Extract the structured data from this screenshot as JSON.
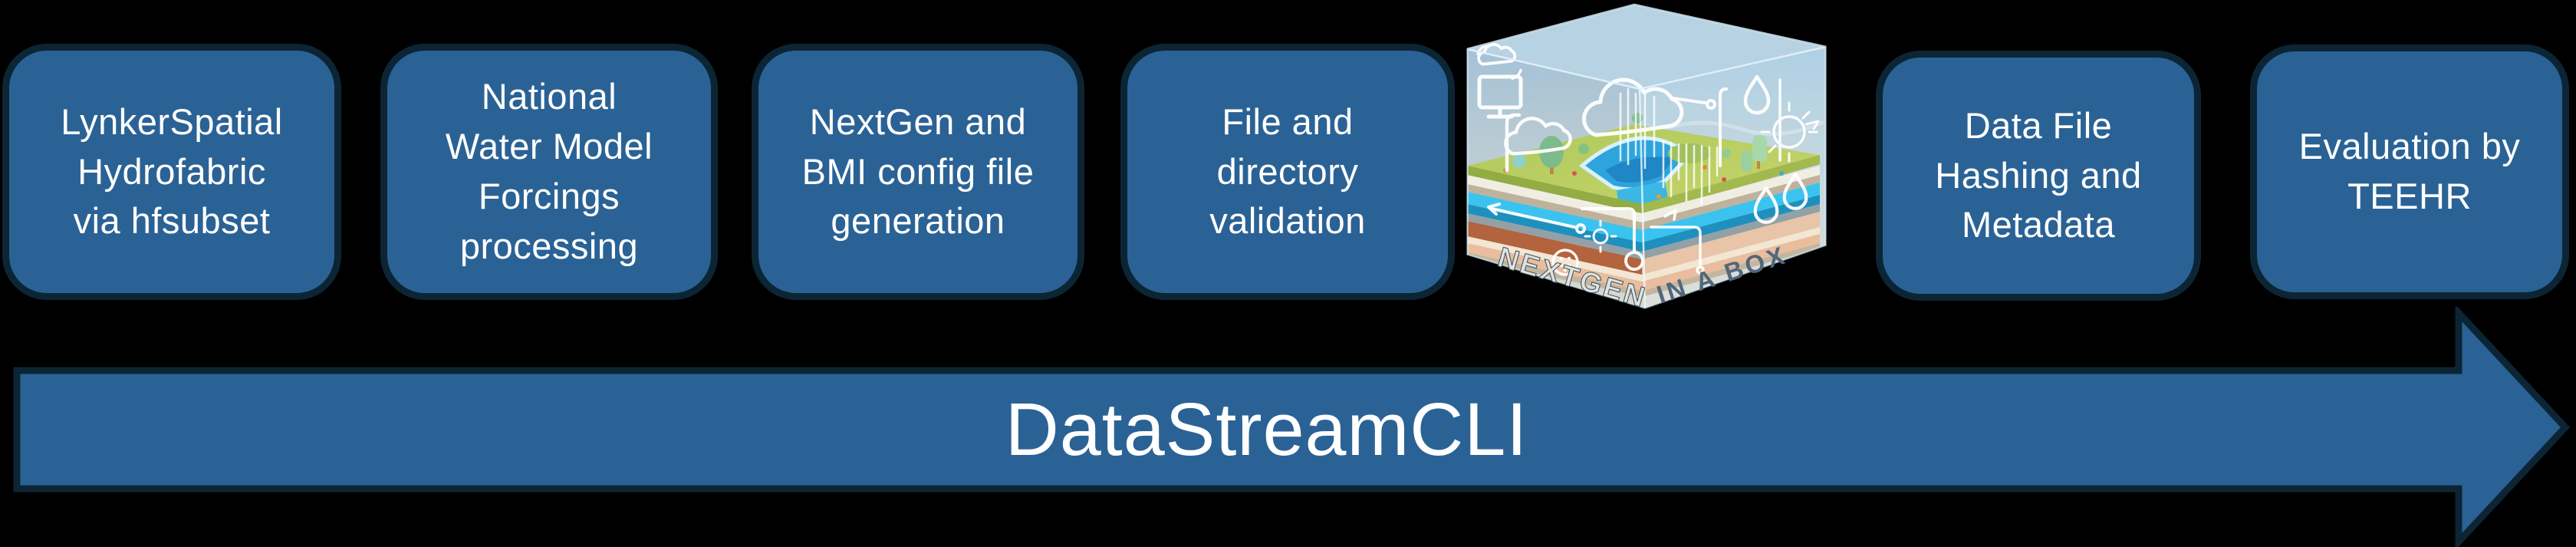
{
  "slide": {
    "background_color": "#000000",
    "shape_fill_color": "#2B6295",
    "shape_border_color": "#0C2535",
    "text_color": "#FFFFFF"
  },
  "steps": [
    {
      "label": "LynkerSpatial\nHydrofabric\nvia hfsubset"
    },
    {
      "label": "National\nWater Model\nForcings\nprocessing"
    },
    {
      "label": "NextGen and\nBMI config file\ngeneration"
    },
    {
      "label": "File and\ndirectory\nvalidation"
    },
    {
      "label": "Data File\nHashing and\nMetadata"
    },
    {
      "label": "Evaluation by\nTEEHR"
    }
  ],
  "cube_image": {
    "front_left_label": "NEXTGEN",
    "front_right_label": "IN A BOX"
  },
  "arrow": {
    "label": "DataStreamCLI"
  }
}
